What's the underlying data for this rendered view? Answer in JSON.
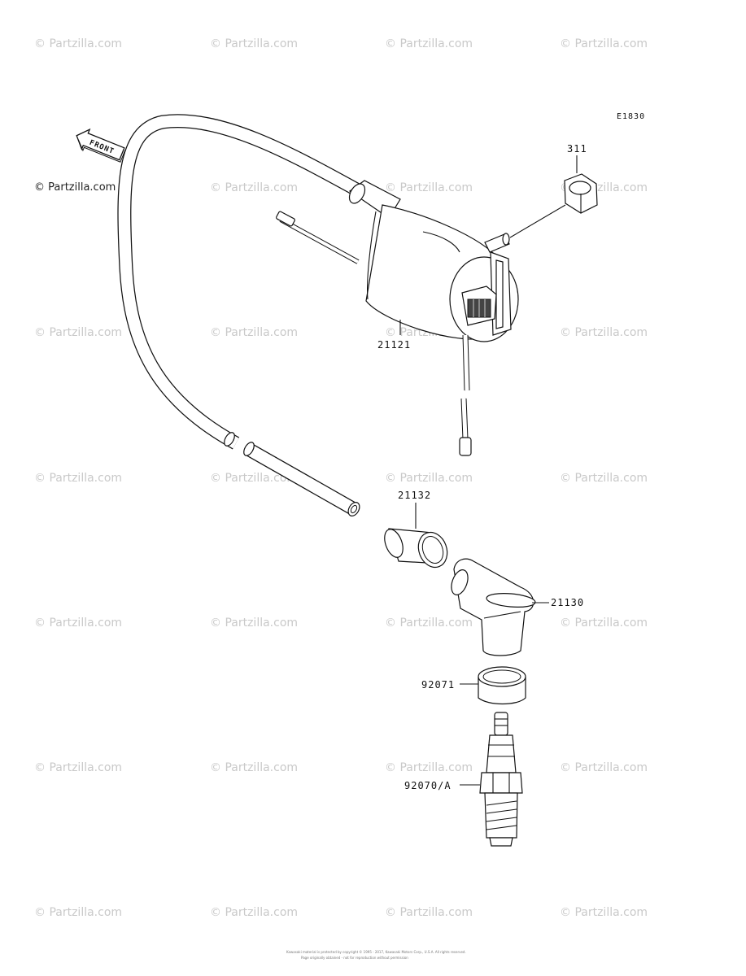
{
  "diagram": {
    "code": "E1830",
    "front_label": "FRONT",
    "copyright": "© Partzilla.com",
    "watermark": "© Partzilla.com",
    "footer_lines": [
      "Kawasaki material is protected by copyright © 1995 - 2017, Kawasaki Motors Corp., U.S.A. All rights reserved.",
      "Page originally obtained - not for reproduction without permission"
    ],
    "callouts": [
      {
        "part": "311"
      },
      {
        "part": "21121"
      },
      {
        "part": "21132"
      },
      {
        "part": "21130"
      },
      {
        "part": "92071"
      },
      {
        "part": "92070/A"
      }
    ]
  }
}
